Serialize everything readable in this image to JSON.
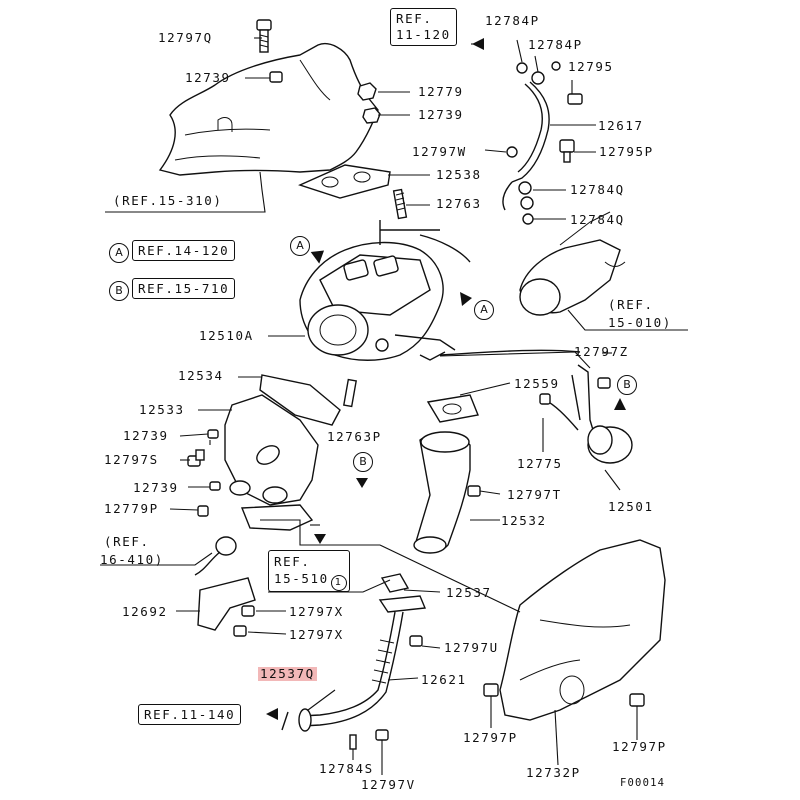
{
  "figure_code": "F00014",
  "part_labels": {
    "p12797Q": "12797Q",
    "p12739a": "12739",
    "p12779a": "12779",
    "p12739b": "12739",
    "p12784Pa": "12784P",
    "p12784Pb": "12784P",
    "p12795": "12795",
    "p12617": "12617",
    "p12797W": "12797W",
    "p12795P": "12795P",
    "p12538": "12538",
    "p12784Qa": "12784Q",
    "p12763": "12763",
    "p12784Qb": "12784Q",
    "p12510A": "12510A",
    "p12797Z": "12797Z",
    "p12534": "12534",
    "p12559": "12559",
    "p12533": "12533",
    "p12763P": "12763P",
    "p12739c": "12739",
    "p12797S": "12797S",
    "p12775": "12775",
    "p12739d": "12739",
    "p12797T": "12797T",
    "p12779P": "12779P",
    "p12501": "12501",
    "p12532": "12532",
    "p12537": "12537",
    "p12692": "12692",
    "p12797Xa": "12797X",
    "p12797Xb": "12797X",
    "p12797U": "12797U",
    "p12537Q": "12537Q",
    "p12621": "12621",
    "p12797Pa": "12797P",
    "p12797Pb": "12797P",
    "p12784S": "12784S",
    "p12797V": "12797V",
    "p12732P": "12732P"
  },
  "references": {
    "ref_11_120_line1": "REF.",
    "ref_11_120_line2": "11-120",
    "ref_15_310": "(REF.15-310)",
    "ref_14_120": "REF.14-120",
    "ref_15_710": "REF.15-710",
    "ref_15_010_line1": "(REF.",
    "ref_15_010_line2": "15-010)",
    "ref_16_410_line1": "(REF.",
    "ref_16_410_line2": "16-410)",
    "ref_15_510_line1": "REF.",
    "ref_15_510_line2": "15-510",
    "ref_11_140": "REF.11-140"
  },
  "markers": {
    "A": "A",
    "B": "B",
    "one": "1"
  },
  "colors": {
    "highlight": "#f2b8b8",
    "ink": "#111111"
  }
}
